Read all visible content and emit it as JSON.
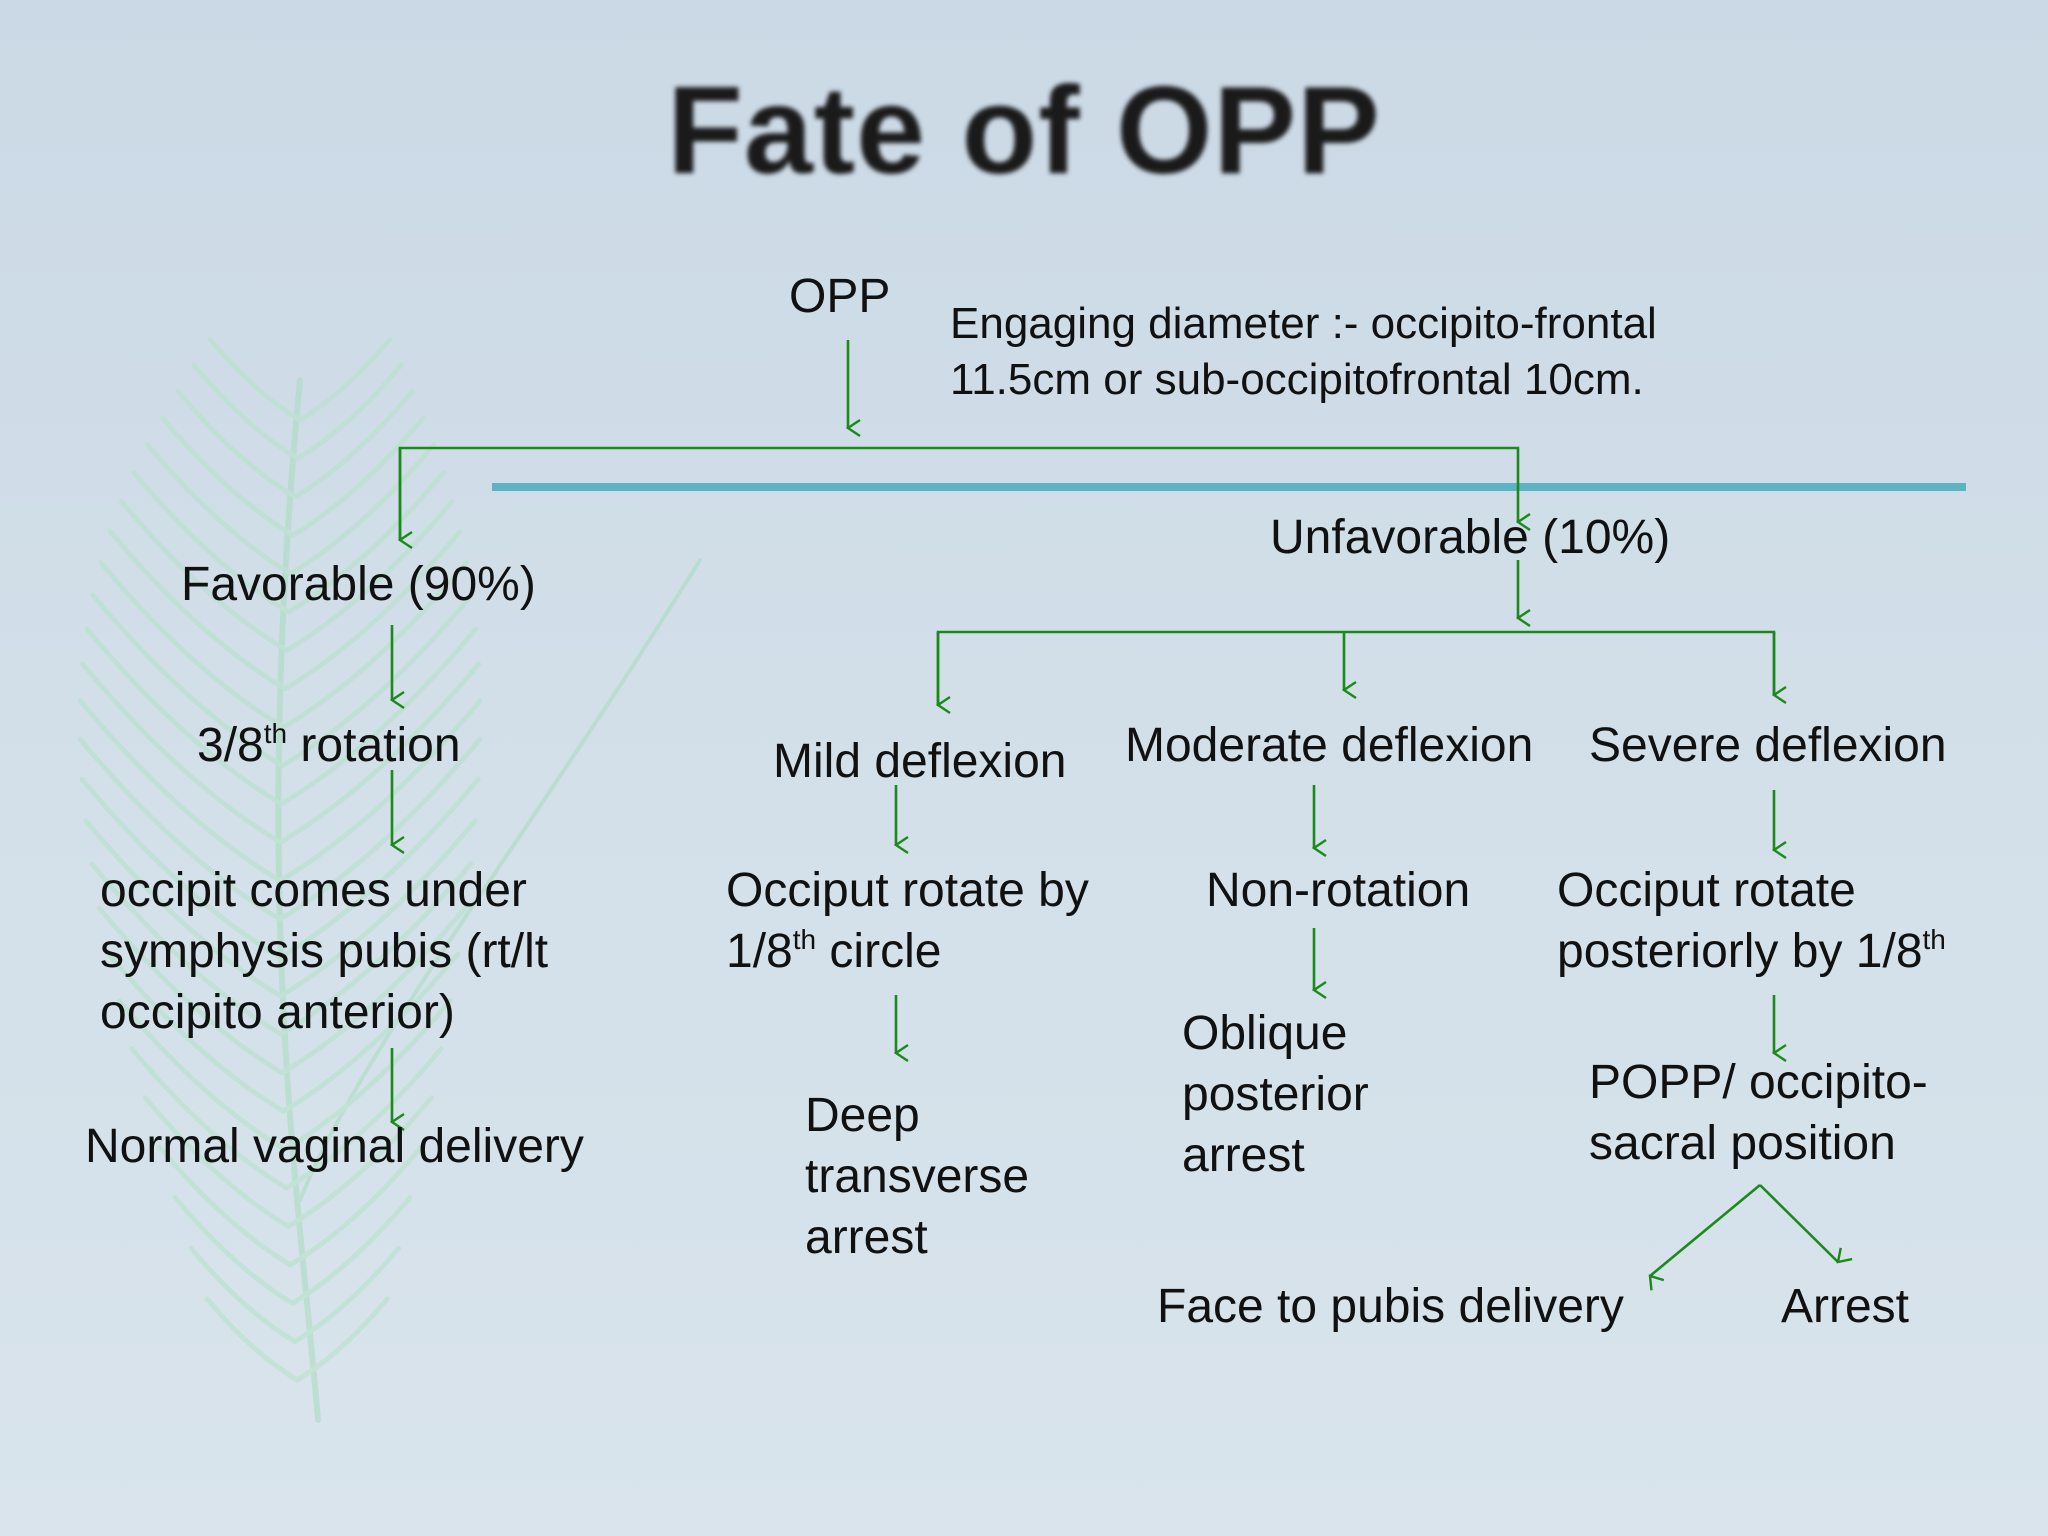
{
  "title": "Fate of OPP",
  "colors": {
    "arrow": "#1a8a1a",
    "divider": "#5ab4c4",
    "fern": "#9fd9b6",
    "background": "#cfdce7"
  },
  "nodes": {
    "root": "OPP",
    "engaging_line1": "Engaging diameter :- occipito-frontal",
    "engaging_line2": "11.5cm or sub-occipitofrontal 10cm.",
    "favorable": "Favorable (90%)",
    "fav_rotation": {
      "prefix": "3/8",
      "sup": "th",
      "suffix": " rotation"
    },
    "fav_occipit": [
      "occipit comes under",
      "symphysis pubis (rt/lt",
      "occipito anterior)"
    ],
    "fav_delivery": "Normal vaginal delivery",
    "unfavorable": "Unfavorable (10%)",
    "mild": "Mild deflexion",
    "moderate": "Moderate deflexion",
    "severe": "Severe deflexion",
    "mild_rotate_line1": "Occiput rotate by",
    "mild_rotate_line2": {
      "prefix": "1/8",
      "sup": "th",
      "suffix": " circle"
    },
    "mild_arrest": [
      "Deep",
      "transverse",
      "arrest"
    ],
    "moderate_rotation": "Non-rotation",
    "moderate_arrest": [
      "Oblique",
      "posterior",
      "arrest"
    ],
    "severe_rotate_line1": "Occiput rotate",
    "severe_rotate_line2": {
      "prefix": "posteriorly by 1/8",
      "sup": "th",
      "suffix": ""
    },
    "popp": [
      "POPP/ occipito-",
      "sacral position"
    ],
    "face_to_pubis": "Face to pubis delivery",
    "arrest": "Arrest"
  }
}
